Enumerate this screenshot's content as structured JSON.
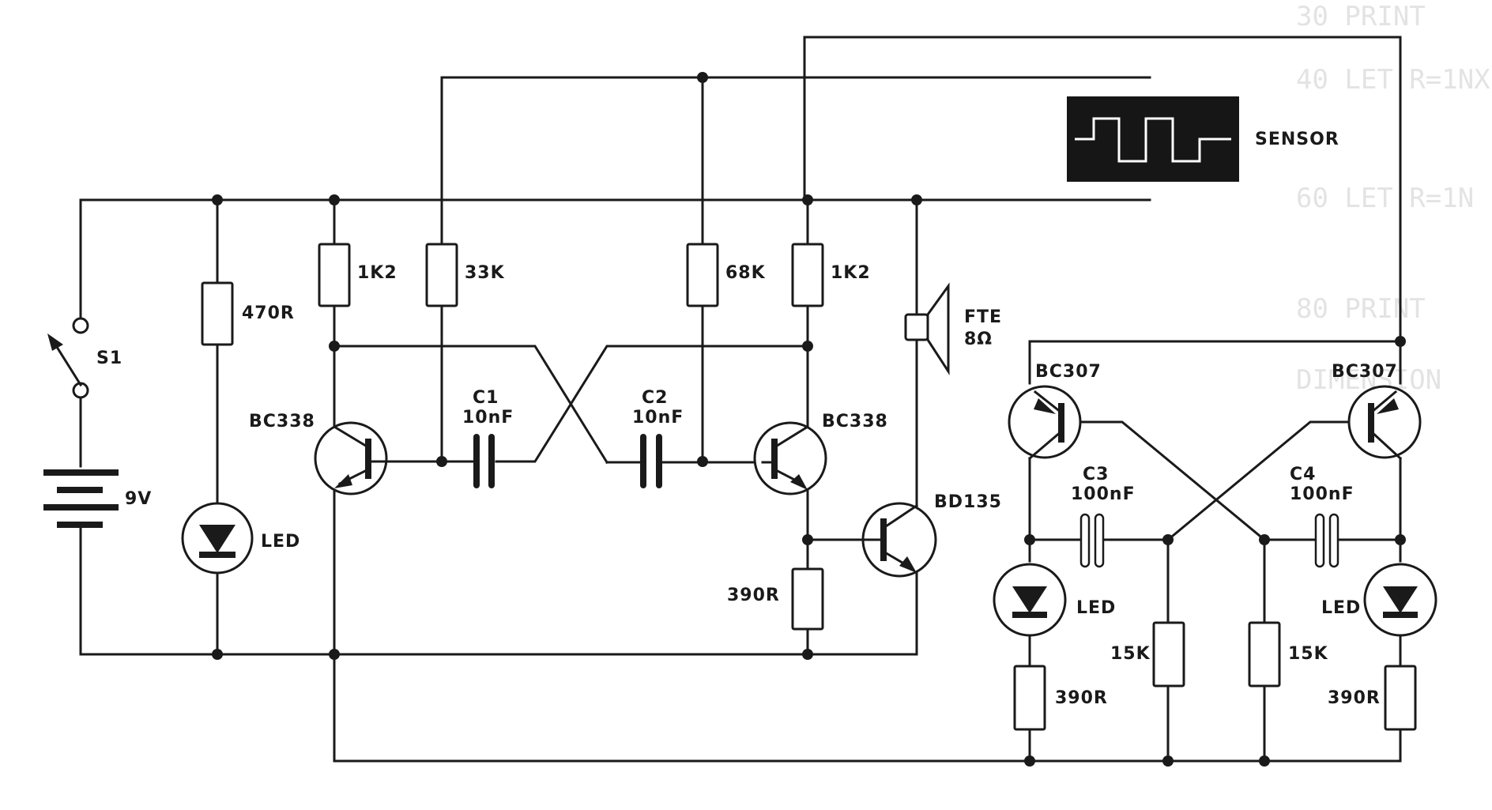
{
  "diagram": {
    "switch": {
      "label": "S1"
    },
    "battery": {
      "label": "9V"
    },
    "power_led": {
      "label": "LED",
      "resistor": "470R"
    },
    "left_multivibrator": {
      "r_collector_left": "1K2",
      "r_base_left": "33K",
      "r_base_right": "68K",
      "r_collector_right": "1K2",
      "c1": {
        "name": "C1",
        "value": "10nF"
      },
      "c2": {
        "name": "C2",
        "value": "10nF"
      },
      "transistor_left": "BC338",
      "transistor_right": "BC338"
    },
    "driver": {
      "transistor": "BD135",
      "emitter_resistor": "390R"
    },
    "speaker": {
      "name": "FTE",
      "value": "8Ω"
    },
    "sensor": {
      "label": "SENSOR"
    },
    "right_multivibrator": {
      "transistor_left": "BC307",
      "transistor_right": "BC307",
      "c3": {
        "name": "C3",
        "value": "100nF"
      },
      "c4": {
        "name": "C4",
        "value": "100nF"
      },
      "led_left": "LED",
      "led_right": "LED",
      "r_base_left": "15K",
      "r_base_right": "15K",
      "r_led_left": "390R",
      "r_led_right": "390R"
    }
  }
}
